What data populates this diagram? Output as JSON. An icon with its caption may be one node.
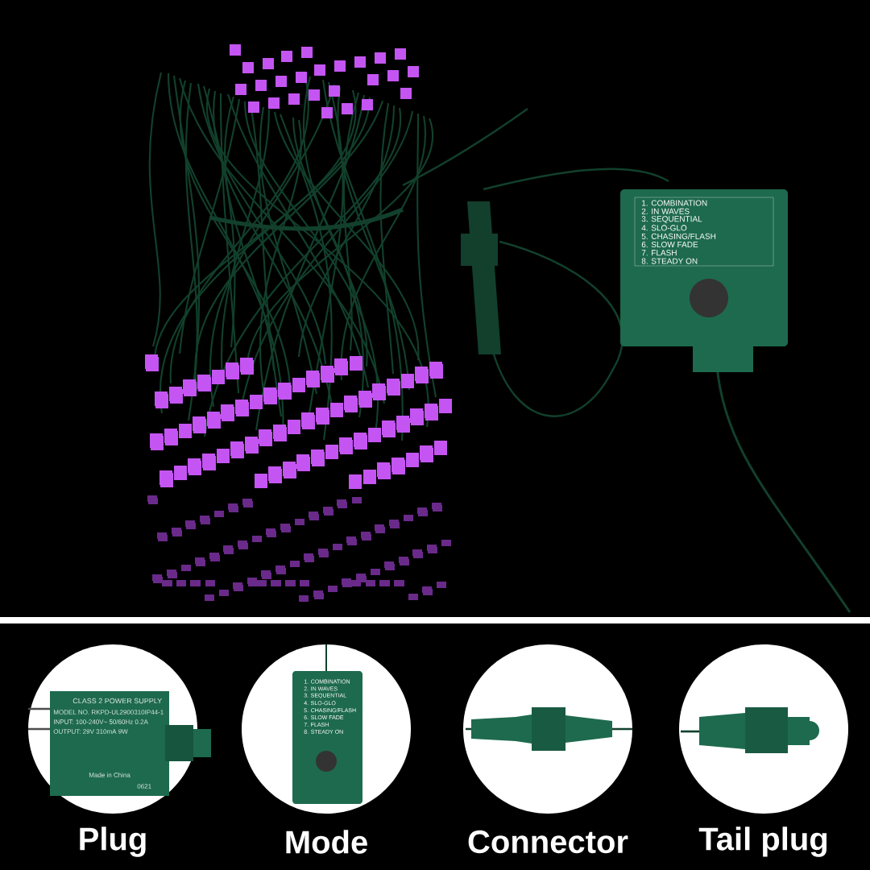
{
  "diagram": {
    "nodes": [
      {
        "text": [],
        "shape": "picture",
        "beside": [
          "Plug"
        ]
      },
      {
        "text": [],
        "shape": "picture",
        "beside": [
          "Mode"
        ]
      },
      {
        "text": [],
        "shape": "picture",
        "beside": [
          "Connector"
        ]
      },
      {
        "text": [],
        "shape": "picture",
        "beside": [
          "Tail plug"
        ]
      }
    ],
    "labels": [
      "1. COMBINATION",
      "2. IN WAVES",
      "3. SEQUENTIAL",
      "4. SLO-GLO",
      "5. CHASING/FLASH",
      "6. SLOW FADE",
      "7. FLASH",
      "8. STEADY ON",
      "CLASS 2 POWER SUPPLY",
      "MODEL NO. RKPD-UL2900310IP44-1",
      "INPUT: 100-240V~ 50/60Hz 0.2A",
      "OUTPUT: 29V 310mA 9W",
      "Made in China",
      "0621",
      "1. COMBINATION",
      "2. IN WAVES",
      "3. SEQUENTIAL",
      "4. SLO-GLO",
      "5. CHASING/FLASH",
      "6. SLOW FADE",
      "7. FLASH",
      "8. STEADY ON"
    ]
  }
}
